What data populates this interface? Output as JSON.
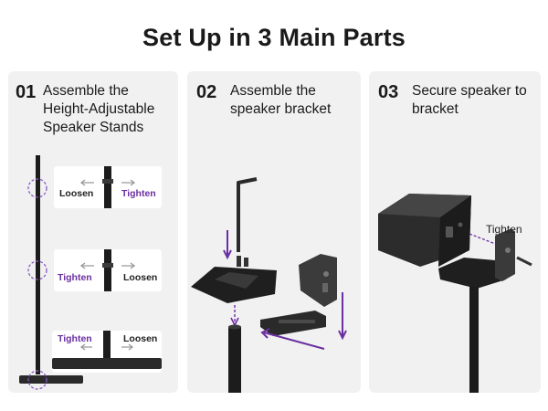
{
  "title": "Set Up in 3 Main Parts",
  "steps": [
    {
      "number": "01",
      "text": "Assemble the Height-Adjustable Speaker Stands"
    },
    {
      "number": "02",
      "text": "Assemble the speaker bracket"
    },
    {
      "number": "03",
      "text": "Secure speaker to bracket"
    }
  ],
  "step1_labels": {
    "row1": {
      "left": "Loosen",
      "right": "Tighten"
    },
    "row2": {
      "left": "Tighten",
      "right": "Loosen"
    },
    "row3": {
      "left": "Tighten",
      "right": "Loosen"
    }
  },
  "step3_label": "Tighten",
  "colors": {
    "accent": "#6a2fa0",
    "panel": "#f1f1f2",
    "stand": "#1c1c1c"
  }
}
